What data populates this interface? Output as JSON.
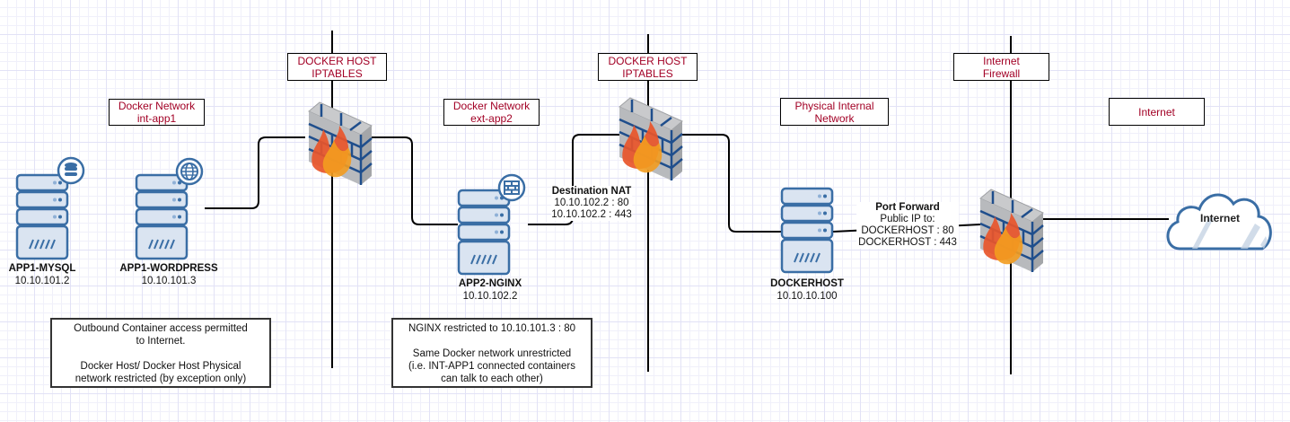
{
  "zones": [
    {
      "id": "int-app1",
      "lines": [
        "Docker Network",
        "int-app1"
      ]
    },
    {
      "id": "iptables-1",
      "lines": [
        "DOCKER HOST",
        "IPTABLES"
      ]
    },
    {
      "id": "ext-app2",
      "lines": [
        "Docker Network",
        "ext-app2"
      ]
    },
    {
      "id": "iptables-2",
      "lines": [
        "DOCKER HOST",
        "IPTABLES"
      ]
    },
    {
      "id": "physical",
      "lines": [
        "Physical Internal",
        "Network"
      ]
    },
    {
      "id": "internet-firewall",
      "lines": [
        "Internet",
        "Firewall"
      ]
    },
    {
      "id": "internet-zone",
      "lines": [
        "Internet"
      ]
    }
  ],
  "nodes": [
    {
      "id": "app1-mysql",
      "name": "APP1-MYSQL",
      "ip": "10.10.101.2",
      "badge": "database-icon"
    },
    {
      "id": "app1-wordpress",
      "name": "APP1-WORDPRESS",
      "ip": "10.10.101.3",
      "badge": "globe-icon"
    },
    {
      "id": "app2-nginx",
      "name": "APP2-NGINX",
      "ip": "10.10.102.2",
      "badge": "firewall-brick-icon"
    },
    {
      "id": "dockerhost",
      "name": "DOCKERHOST",
      "ip": "10.10.10.100",
      "badge": ""
    }
  ],
  "edge_labels": {
    "dnat": {
      "title": "Destination NAT",
      "lines": [
        "10.10.102.2 : 80",
        "10.10.102.2 : 443"
      ]
    },
    "port_forward": {
      "title": "Port Forward",
      "lines": [
        "Public IP to:",
        "DOCKERHOST : 80",
        "DOCKERHOST : 443"
      ]
    }
  },
  "cloud": {
    "label": "Internet"
  },
  "notes": {
    "outbound": {
      "lines": [
        "Outbound Container access permitted",
        "to Internet.",
        "",
        "Docker Host/ Docker Host Physical",
        "network restricted (by exception only)"
      ]
    },
    "nginx": {
      "lines": [
        "NGINX restricted to 10.10.101.3 : 80",
        "",
        "Same Docker network unrestricted",
        "(i.e. INT-APP1 connected containers",
        "can talk to each other)"
      ]
    }
  },
  "colors": {
    "server_fill": "#dae4f1",
    "server_stroke": "#3a6ea5",
    "zone_text": "#a20025",
    "line": "#000000"
  }
}
